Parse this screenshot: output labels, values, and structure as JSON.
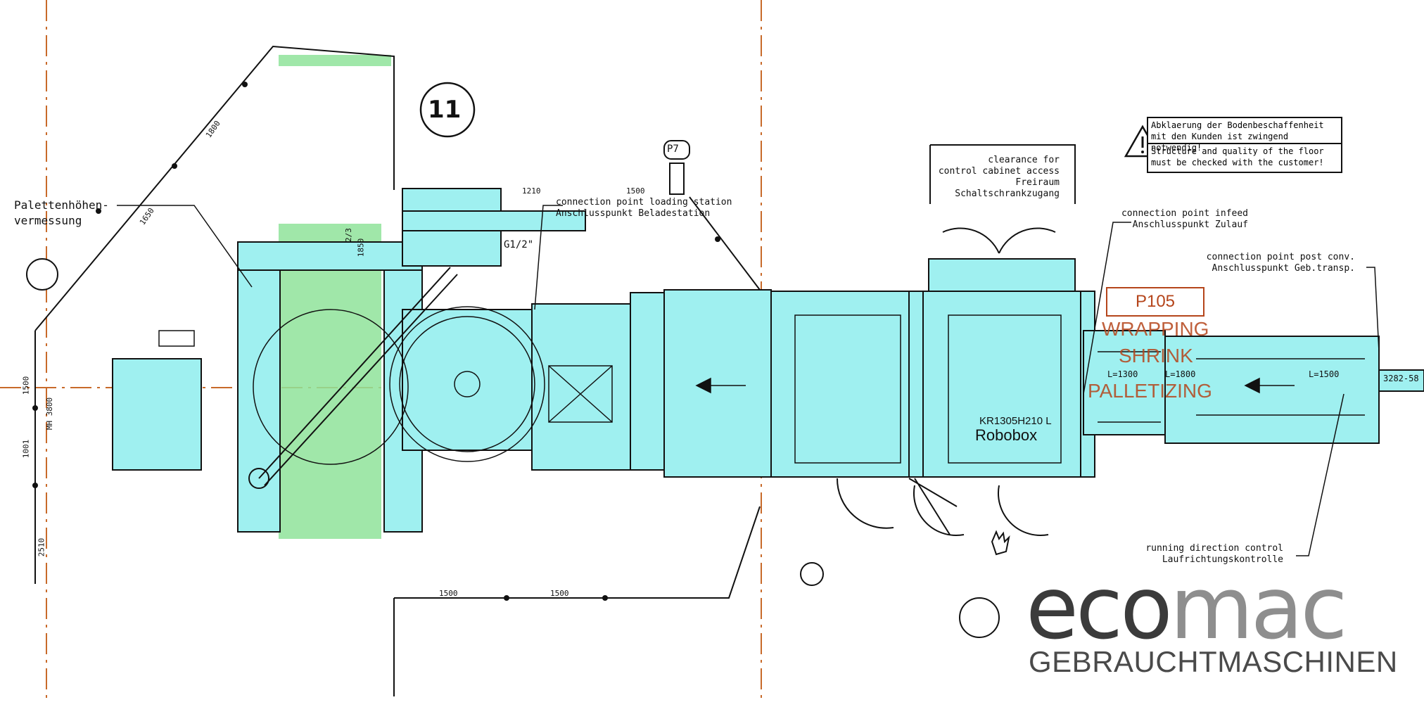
{
  "diagram": {
    "station_number": "11",
    "pallet_label": "P7",
    "pallet_height_label": [
      "Palettenhöhen-",
      "vermessung"
    ],
    "connection_loading": [
      "connection point loading station",
      "Anschlusspunkt Beladestation"
    ],
    "clearance_note": [
      "clearance for",
      "control cabinet access",
      "Freiraum",
      "Schaltschrankzugang"
    ],
    "warning": {
      "line1": [
        "Abklaerung der Bodenbeschaffenheit",
        "mit den Kunden ist zwingend notwendig!"
      ],
      "line2": [
        "Structure and quality of the floor",
        "must be checked with the customer!"
      ]
    },
    "connection_infeed": [
      "connection point infeed",
      "Anschlusspunkt Zulauf"
    ],
    "connection_post": [
      "connection point post conv.",
      "Anschlusspunkt Geb.transp."
    ],
    "process": {
      "code": "P105",
      "lines": [
        "WRAPPING",
        "SHRINK",
        "PALLETIZING"
      ]
    },
    "robot": {
      "model": "KR1305H210 L",
      "name": "Robobox"
    },
    "running_direction": [
      "running direction control",
      "Laufrichtungskontrolle"
    ],
    "dimensions": {
      "top_1210": "1210",
      "top_1500": "1500",
      "diag_1650": "1650",
      "diag_1800": "1800",
      "bottom_1500a": "1500",
      "bottom_1500b": "1500",
      "pipe": "G1/2\"",
      "conv1": "L=1300",
      "conv2": "L=1800",
      "conv3": "L=1500",
      "green_2_3": "2/3",
      "green_1850": "1850",
      "left_1500": "1500",
      "left_mid": "MH 3800",
      "left_1001": "1001",
      "left_bottom": "2510",
      "right_edge": "3282-58"
    }
  },
  "brand": {
    "eco": "eco",
    "mac": "mac",
    "subtitle": "GEBRAUCHTMASCHINEN"
  },
  "colors": {
    "cyan_fill": "#9ff0f0",
    "green_fill": "#8fe39a",
    "orange_axis": "#c86a2a",
    "process_red": "#b5451b"
  }
}
